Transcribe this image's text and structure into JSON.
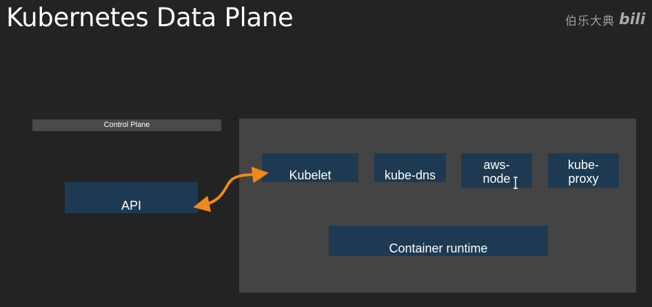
{
  "slide": {
    "title": "Kubernetes Data Plane"
  },
  "watermark": {
    "text": "伯乐大典",
    "logo": "bili"
  },
  "diagram": {
    "control_plane_label": "Control Plane",
    "worker_node_label": "Worker node",
    "api_label": "API",
    "components": {
      "kubelet": "Kubelet",
      "kube_dns": "kube-dns",
      "aws_node": "aws-\nnode",
      "kube_proxy": "kube-\nproxy",
      "container_runtime": "Container runtime"
    },
    "connector_color": "#f0891a",
    "box_color": "#1d3a52"
  }
}
